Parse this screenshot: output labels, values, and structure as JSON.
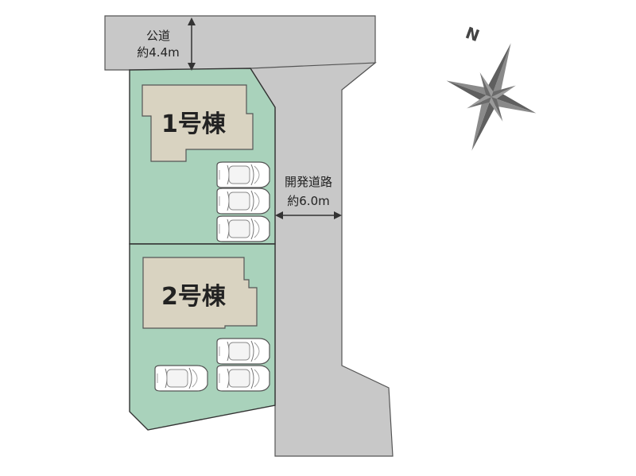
{
  "plan": {
    "buildings": [
      {
        "label": "1号棟"
      },
      {
        "label": "2号棟"
      }
    ],
    "roads": {
      "public_road": {
        "line1": "公道",
        "line2": "約4.4m"
      },
      "development_road": {
        "line1": "開発道路",
        "line2": "約6.0m"
      }
    },
    "compass": {
      "label": "N"
    },
    "colors": {
      "road": "#c8c8c8",
      "lot": "#a9d2bb",
      "building": "#d9d3c1",
      "outline": "#333333"
    }
  }
}
